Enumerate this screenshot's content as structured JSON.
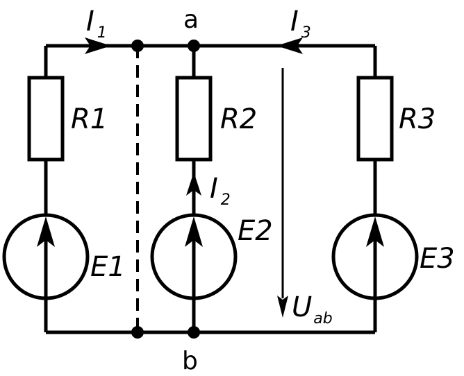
{
  "nodes": {
    "top": "a",
    "bottom": "b"
  },
  "resistors": [
    {
      "name": "R1"
    },
    {
      "name": "R2"
    },
    {
      "name": "R3"
    }
  ],
  "sources": [
    {
      "name": "E1"
    },
    {
      "name": "E2"
    },
    {
      "name": "E3"
    }
  ],
  "currents": [
    {
      "symbol": "I",
      "subscript": "1"
    },
    {
      "symbol": "I",
      "subscript": "2"
    },
    {
      "symbol": "I",
      "subscript": "3"
    }
  ],
  "voltage": {
    "symbol": "U",
    "subscript": "ab"
  },
  "colors": {
    "stroke": "#000000",
    "background": "#ffffff"
  }
}
